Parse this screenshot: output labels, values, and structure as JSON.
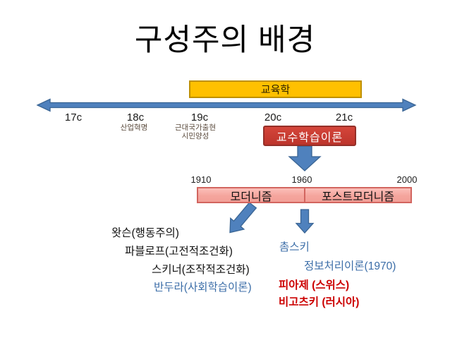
{
  "title": "구성주의 배경",
  "colors": {
    "accent_blue": "#4F81BD",
    "accent_blue_dark": "#3A6594",
    "gold_fill": "#FFC000",
    "gold_border": "#BF9000",
    "red_box_fill": "#C9392F",
    "red_box_border": "#952F28",
    "pink_fill": "#F5A8A1",
    "pink_border": "#D2655F",
    "note_brown": "#5A4A3C",
    "text_blue": "#3C6EA8",
    "text_red": "#CC0000"
  },
  "timeline": {
    "pedagogy_label": "교육학",
    "centuries": [
      "17c",
      "18c",
      "19c",
      "20c",
      "21c"
    ],
    "notes": {
      "c18": "산업혁명",
      "c19_line1": "근대국가출현",
      "c19_line2": "시민양성"
    },
    "theory_box_label": "교수학습이론"
  },
  "era_bar": {
    "years": [
      "1910",
      "1960",
      "2000"
    ],
    "modernism": "모더니즘",
    "postmodernism": "포스트모더니즘"
  },
  "behaviorists": [
    "왓슨(행동주의)",
    "파블로프(고전적조건화)",
    "스키너(조작적조건화)",
    "반두라(사회학습이론)"
  ],
  "cognitivists": [
    "촘스키",
    "정보처리이론(1970)",
    "피아제 (스위스)",
    "비고츠키 (러시아)"
  ]
}
